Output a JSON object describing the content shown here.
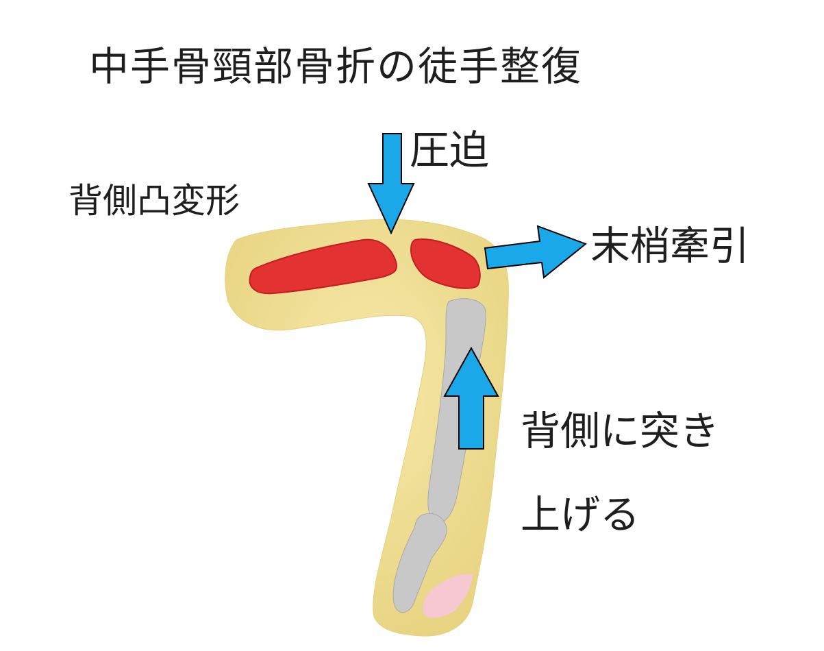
{
  "title": "中手骨頸部骨折の徒手整復",
  "labels": {
    "dorsal_deformity": "背側凸変形",
    "compression": "圧迫",
    "distal_traction": "末梢牽引",
    "push_up_line1": "背側に突き",
    "push_up_line2": "上げる"
  },
  "colors": {
    "skin": "#f6e8a8",
    "skin_edge": "#e6d27e",
    "bone": "#c8c8c8",
    "bone_edge": "#a9a9a9",
    "muscle": "#e23232",
    "muscle_dark": "#c41e1e",
    "nail": "#f5c8d2",
    "arrow": "#1aa8e8",
    "arrow_edge": "#000000"
  }
}
